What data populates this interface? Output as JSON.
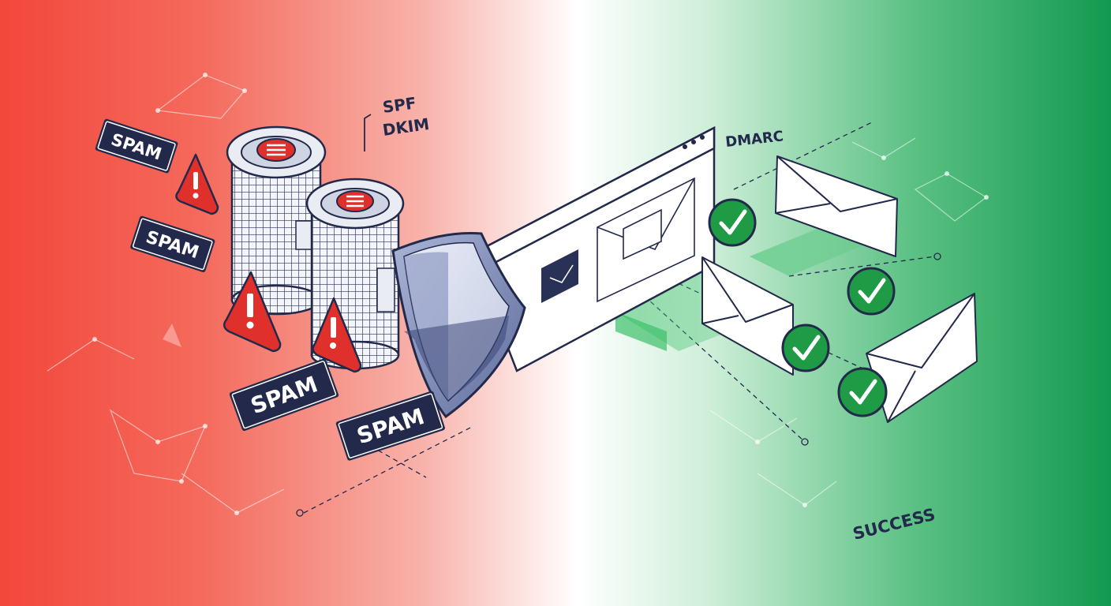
{
  "labels": {
    "spam": [
      "SPAM",
      "SPAM",
      "SPAM",
      "SPAM"
    ],
    "spf": "SPF",
    "dkim": "DKIM",
    "dmarc": "DMARC",
    "success": "SUCCESS"
  },
  "icons": {
    "warning": "warning-triangle-icon",
    "check": "check-circle-icon",
    "envelope": "envelope-icon",
    "shield": "shield-icon",
    "server": "server-filter-icon"
  },
  "colors": {
    "left_red": "#f2473b",
    "center": "#ffffff",
    "right_green": "#16a050",
    "navy": "#22294a",
    "warning_red": "#e0302b",
    "check_green": "#1f9a45",
    "shield_fill": "#8594bf",
    "beam_green": "#3cc16a"
  }
}
